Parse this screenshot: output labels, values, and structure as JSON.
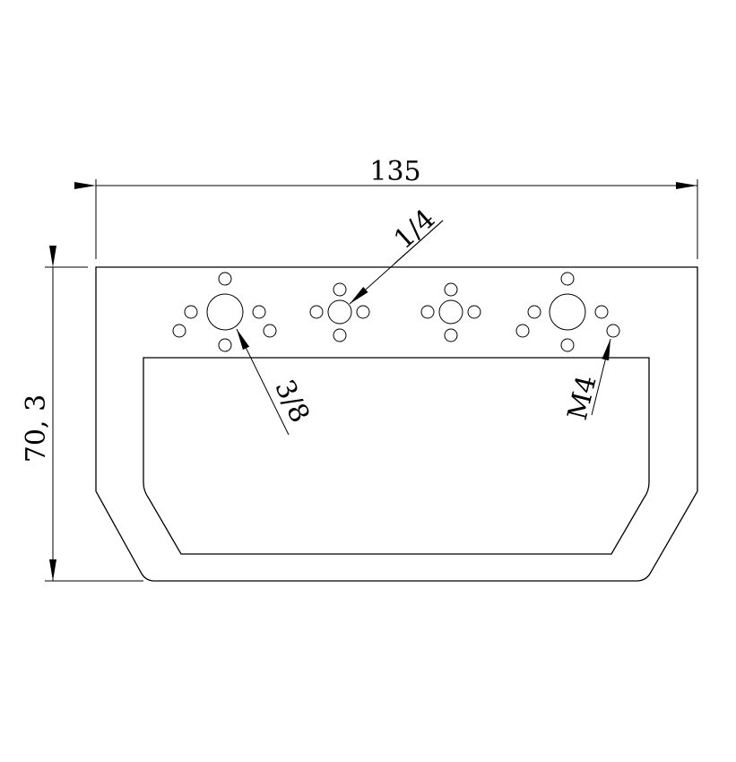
{
  "dimensions": {
    "width_label": "135",
    "height_label": "70, 3"
  },
  "callouts": {
    "quarter": "1/4",
    "three_eighths": "3/8",
    "m4": "M4"
  }
}
